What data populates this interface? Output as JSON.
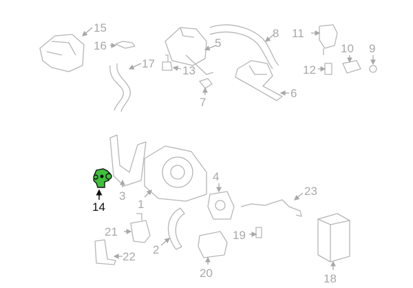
{
  "diagram": {
    "highlight_color": "#3fbf3a",
    "selected_part": "14",
    "labels": {
      "p1": "1",
      "p2": "2",
      "p3": "3",
      "p4": "4",
      "p5": "5",
      "p6": "6",
      "p7": "7",
      "p8": "8",
      "p9": "9",
      "p10": "10",
      "p11": "11",
      "p12": "12",
      "p13": "13",
      "p14": "14",
      "p15": "15",
      "p16": "16",
      "p17": "17",
      "p18": "18",
      "p19": "19",
      "p20": "20",
      "p21": "21",
      "p22": "22",
      "p23": "23"
    }
  }
}
